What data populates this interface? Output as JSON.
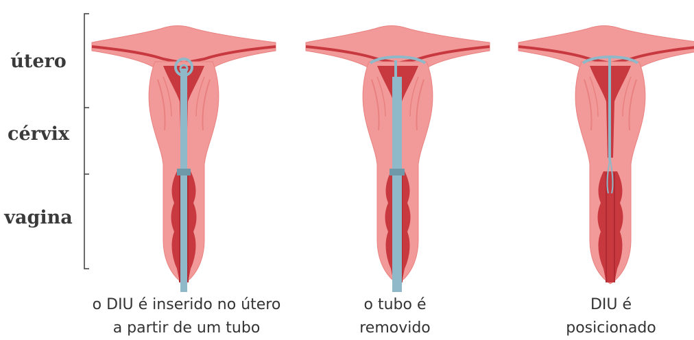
{
  "labels": {
    "utero": "útero",
    "cervix": "cérvix",
    "vagina": "vagina"
  },
  "steps": [
    {
      "line1": "o DIU é inserido no útero",
      "line2": "a partir de um tubo"
    },
    {
      "line1": "o tubo é",
      "line2": "removido"
    },
    {
      "line1": "DIU é",
      "line2": "posicionado"
    }
  ],
  "colors": {
    "tissue": "#f29a99",
    "tissue_dark": "#e8817f",
    "cavity": "#c8383f",
    "cavity_deep": "#b12a33",
    "device": "#8fb8c8",
    "device_dark": "#6f98a8",
    "bracket": "#3a3a3a"
  }
}
